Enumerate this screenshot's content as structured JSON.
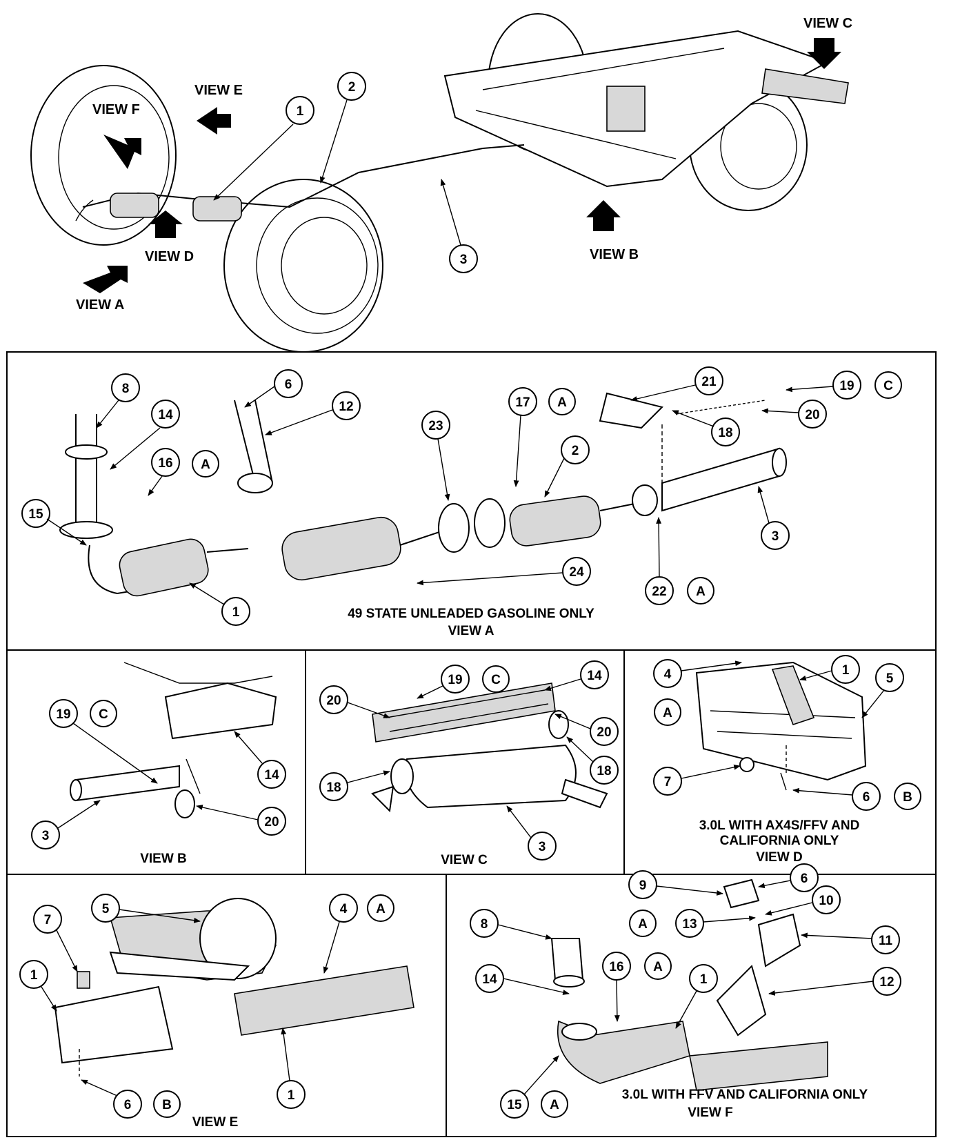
{
  "overview": {
    "views": [
      "VIEW F",
      "VIEW E",
      "VIEW D",
      "VIEW A",
      "VIEW B",
      "VIEW C"
    ],
    "callouts": [
      "1",
      "2",
      "3"
    ]
  },
  "panels": {
    "view_a": {
      "caption_line1": "49 STATE UNLEADED GASOLINE ONLY",
      "caption_line2": "VIEW A",
      "callouts": [
        {
          "n": "8"
        },
        {
          "n": "6"
        },
        {
          "n": "14"
        },
        {
          "n": "12"
        },
        {
          "n": "16",
          "tag": "A"
        },
        {
          "n": "15"
        },
        {
          "n": "1"
        },
        {
          "n": "23"
        },
        {
          "n": "17",
          "tag": "A"
        },
        {
          "n": "2"
        },
        {
          "n": "24"
        },
        {
          "n": "21"
        },
        {
          "n": "19",
          "tag": "C"
        },
        {
          "n": "18"
        },
        {
          "n": "20"
        },
        {
          "n": "3"
        },
        {
          "n": "22",
          "tag": "A"
        }
      ]
    },
    "view_b": {
      "caption": "VIEW B",
      "callouts": [
        {
          "n": "19",
          "tag": "C"
        },
        {
          "n": "14"
        },
        {
          "n": "3"
        },
        {
          "n": "20"
        }
      ]
    },
    "view_c": {
      "caption": "VIEW C",
      "callouts": [
        {
          "n": "19",
          "tag": "C"
        },
        {
          "n": "14"
        },
        {
          "n": "20"
        },
        {
          "n": "20"
        },
        {
          "n": "18"
        },
        {
          "n": "18"
        },
        {
          "n": "3"
        }
      ]
    },
    "view_d": {
      "caption_line1": "3.0L WITH AX4S/FFV AND",
      "caption_line2": "CALIFORNIA ONLY",
      "caption_line3": "VIEW D",
      "callouts": [
        {
          "n": "4",
          "tag": "A"
        },
        {
          "n": "1"
        },
        {
          "n": "5"
        },
        {
          "n": "7"
        },
        {
          "n": "6",
          "tag": "B"
        }
      ]
    },
    "view_e": {
      "caption": "VIEW E",
      "callouts": [
        {
          "n": "5"
        },
        {
          "n": "7"
        },
        {
          "n": "4",
          "tag": "A"
        },
        {
          "n": "1"
        },
        {
          "n": "1"
        },
        {
          "n": "6",
          "tag": "B"
        }
      ]
    },
    "view_f": {
      "caption_line1": "3.0L WITH FFV AND CALIFORNIA ONLY",
      "caption_line2": "VIEW F",
      "callouts": [
        {
          "n": "9"
        },
        {
          "n": "6"
        },
        {
          "n": "10"
        },
        {
          "n": "8",
          "tag": "A"
        },
        {
          "n": "13"
        },
        {
          "n": "11"
        },
        {
          "n": "14"
        },
        {
          "n": "16",
          "tag": "A"
        },
        {
          "n": "1"
        },
        {
          "n": "12"
        },
        {
          "n": "15",
          "tag": "A"
        }
      ]
    }
  },
  "icons": {
    "view_arrow": "arrow-icon",
    "callout": "circle-callout"
  }
}
